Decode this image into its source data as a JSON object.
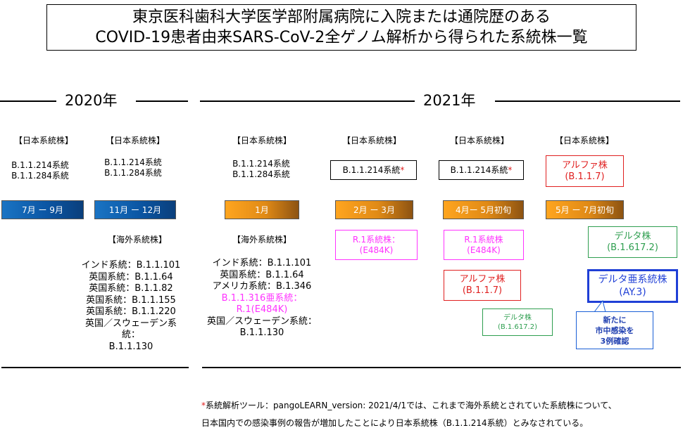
{
  "title": {
    "line1": "東京医科歯科大学医学部附属病院に入院または通院歴のある",
    "line2": "COVID-19患者由来SARS-CoV-2全ゲノム解析から得られた系統株一覧"
  },
  "years": {
    "y2020": "2020年",
    "y2021": "2021年"
  },
  "colors": {
    "magenta": "#ff33ff",
    "red": "#e02020",
    "green": "#2e9e4f",
    "blue": "#1f3fd6",
    "period_blue": "#0b56a4",
    "period_orange": "#e08a16"
  },
  "columns": [
    {
      "japan_header": "【日本系統株】",
      "japan_lines": [
        "B.1.1.214系統",
        "B.1.1.284系統"
      ],
      "period": "7月 ー 9月"
    },
    {
      "japan_header": "【日本系統株】",
      "japan_lines": [
        "B.1.1.214系統",
        "B.1.1.284系統"
      ],
      "period": "11月 ー 12月",
      "overseas_header": "【海外系統株】",
      "overseas_lines": [
        "インド系統：B.1.1.101",
        "英国系統：B.1.1.64",
        "英国系統：B.1.1.82",
        "英国系統：B.1.1.155",
        "英国系統：B.1.1.220",
        "英国／スウェーデン系",
        "統：",
        "B.1.1.130"
      ]
    },
    {
      "japan_header": "【日本系統株】",
      "japan_lines": [
        "B.1.1.214系統",
        "B.1.1.284系統"
      ],
      "period": "1月",
      "overseas_header": "【海外系統株】",
      "overseas_lines": [
        {
          "text": "インド系統：B.1.1.101",
          "color": "#000000"
        },
        {
          "text": "英国系統：B.1.1.64",
          "color": "#000000"
        },
        {
          "text": "アメリカ系統：B.1.346",
          "color": "#000000"
        },
        {
          "text": "B.1.1.316亜系統：",
          "color": "#ff33ff"
        },
        {
          "text": "R.1(E484K)",
          "color": "#ff33ff"
        },
        {
          "text": "英国／スウェーデン系統：",
          "color": "#000000"
        },
        {
          "text": "B.1.1.130",
          "color": "#000000"
        }
      ]
    },
    {
      "japan_header": "【日本系統株】",
      "japan_box": "B.1.1.214系統",
      "asterisk": "*",
      "period": "2月 ー 3月",
      "r1_line1": "R.1系統株：",
      "r1_line2": "(E484K)"
    },
    {
      "japan_header": "【日本系統株】",
      "japan_box": "B.1.1.214系統",
      "asterisk": "*",
      "period": "4月ー 5月初旬",
      "r1_line1": "R.1系統株",
      "r1_line2": "(E484K)",
      "alpha_line1": "アルファ株",
      "alpha_line2": "(B.1.1.7)",
      "delta_small_line1": "デルタ株",
      "delta_small_line2": "(B.1.617.2)"
    },
    {
      "japan_header": "【日本系統株】",
      "alpha_line1": "アルファ株",
      "alpha_line2": "(B.1.1.7)",
      "period": "5月 ー 7月初旬",
      "delta_line1": "デルタ株",
      "delta_line2": "(B.1.617.2)",
      "delta_sub_line1": "デルタ亜系統株",
      "delta_sub_line2": "(AY.3)",
      "callout_lines": [
        "新たに",
        "市中感染を",
        "3例確認"
      ]
    }
  ],
  "footnote": {
    "asterisk": "*",
    "line1": "系統解析ツール：pangoLEARN_version: 2021/4/1では、これまで海外系統とされていた系統株について、",
    "line2": "日本国内での感染事例の報告が増加したことにより日本系統株（B.1.1.214系統）とみなされている。"
  }
}
